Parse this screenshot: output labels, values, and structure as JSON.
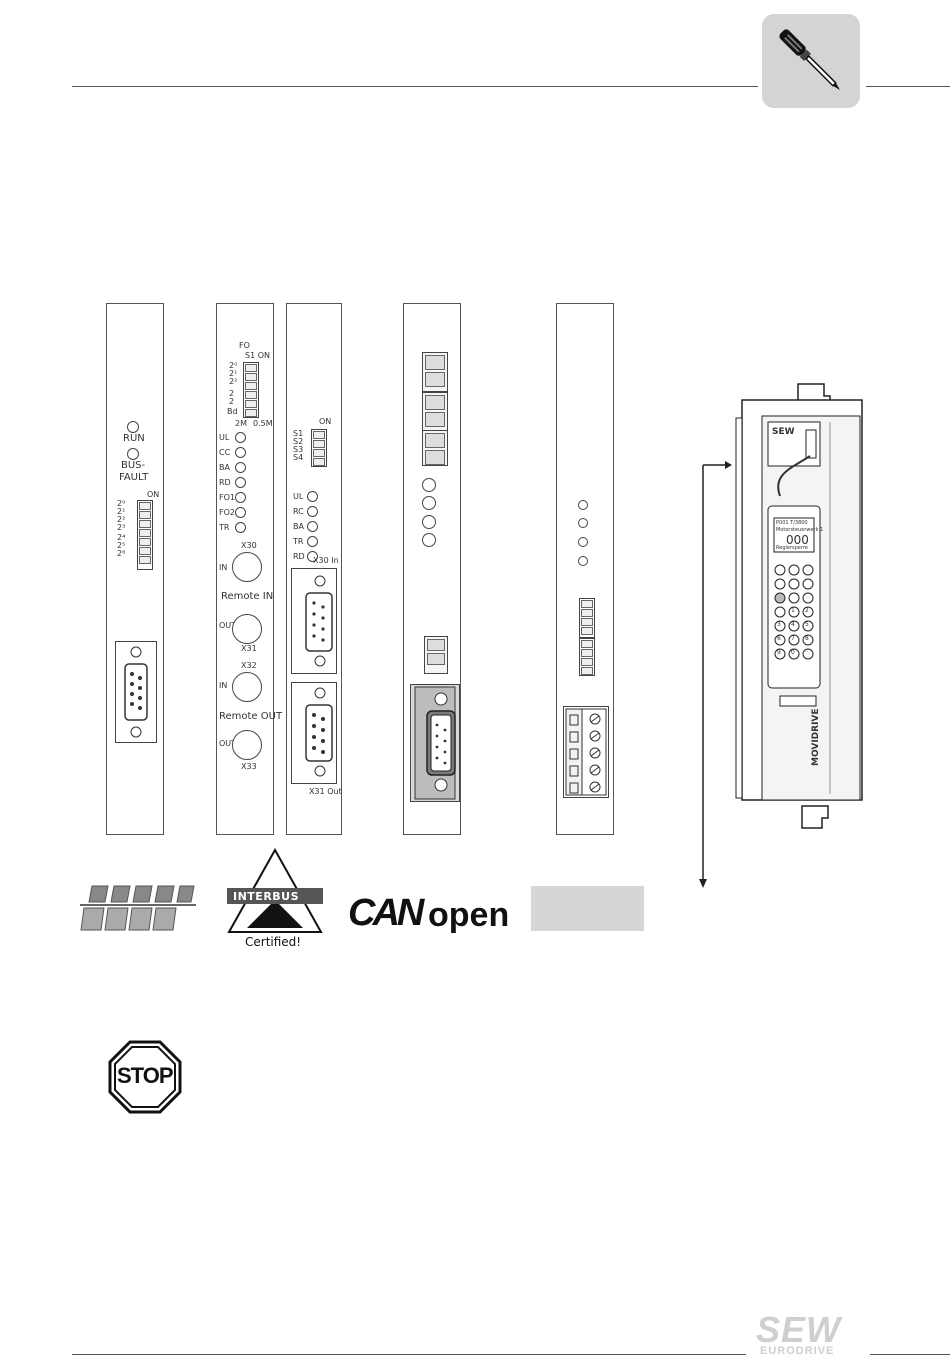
{
  "header": {
    "icon": "screwdriver-icon"
  },
  "dp_card": {
    "run": "RUN",
    "bus_fault_1": "BUS-",
    "bus_fault_2": "FAULT",
    "dip_on": "ON",
    "dip_labels": [
      "2⁰",
      "2¹",
      "2²",
      "2³",
      "2⁴",
      "2⁵",
      "2⁶"
    ]
  },
  "ibs_card": {
    "fo": "FO",
    "s1_on": "S1 ON",
    "dip_labels": [
      "2⁰",
      "2¹",
      "2²",
      "2",
      "2",
      "Bd"
    ],
    "two_m": "2M",
    "half_m": "0.5M",
    "leds": [
      "UL",
      "CC",
      "BA",
      "RD",
      "FO1",
      "FO2",
      "TR"
    ],
    "x30": "X30",
    "in": "IN",
    "remote_in": "Remote  IN",
    "out": "OUT",
    "x31": "X31",
    "x32": "X32",
    "in2": "IN",
    "remote_out": "Remote  OUT",
    "out2": "OUT",
    "x33": "X33"
  },
  "ibs_card2": {
    "on": "ON",
    "switches": [
      "S1",
      "S2",
      "S3",
      "S4"
    ],
    "leds": [
      "UL",
      "RC",
      "BA",
      "TR",
      "RD"
    ],
    "x30_in": "X30  In",
    "x31_out": "X31  Out"
  },
  "logos": {
    "interbus_1": "INTERBUS",
    "interbus_2": "Certified!",
    "canopen_can": "CAN",
    "canopen_open": "open"
  },
  "drive": {
    "brand": "SEW",
    "model": "MOVIDRIVE",
    "display_top": "P001    T/3800",
    "display_mid": "Motorsteuerwerk 1",
    "display_val": "000",
    "display_bot": "Reglersperre",
    "keys": [
      "1",
      "2",
      "3",
      "4",
      "5",
      "6",
      "7",
      "8",
      "9",
      "0",
      "."
    ]
  },
  "stop_sign": "STOP",
  "footer": {
    "brand": "SEW",
    "brand_sub": "EURODRIVE"
  }
}
